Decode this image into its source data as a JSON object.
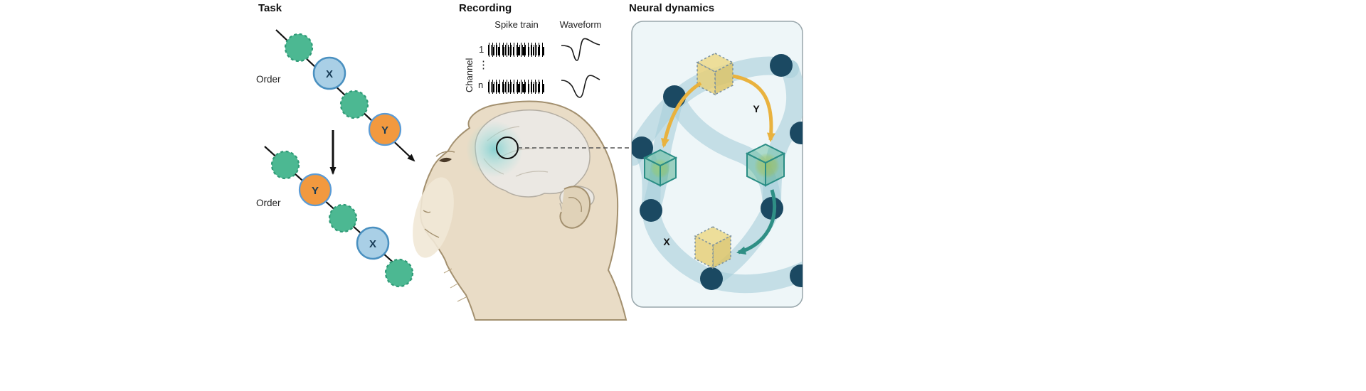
{
  "task": {
    "title": "Task",
    "sequences": [
      {
        "order_label": "Order",
        "item_x": "X",
        "item_y": "Y"
      },
      {
        "order_label": "Order",
        "item_x": "X",
        "item_y": "Y"
      }
    ]
  },
  "recording": {
    "title": "Recording",
    "spike_train_label": "Spike train",
    "waveform_label": "Waveform",
    "channel_axis": {
      "label": "Channel",
      "first": "1",
      "ellipsis": "⋮",
      "last": "n"
    }
  },
  "neural": {
    "title": "Neural dynamics",
    "state_y_label": "Y",
    "state_x_label": "X"
  },
  "colors": {
    "distractor_green": "#4cb892",
    "distractor_green_border": "#2f9b77",
    "stimulus_x_blue": "#a9cfe6",
    "stimulus_border_blue": "#4a90c0",
    "stimulus_y_orange": "#f2993f",
    "navy_node": "#1b4962",
    "teal_band": "#a9cfda",
    "yellow_cube": "#e8d47d",
    "green_cube_edge": "#2a8d85",
    "arrow_yellow": "#e9b23e",
    "arrow_teal": "#2f8f85",
    "panel_bg": "#eef6f8",
    "monkey_skin": "#e9dcc6",
    "brain_gray": "#ebe8e3",
    "recording_site_teal": "#7ecfcf"
  }
}
